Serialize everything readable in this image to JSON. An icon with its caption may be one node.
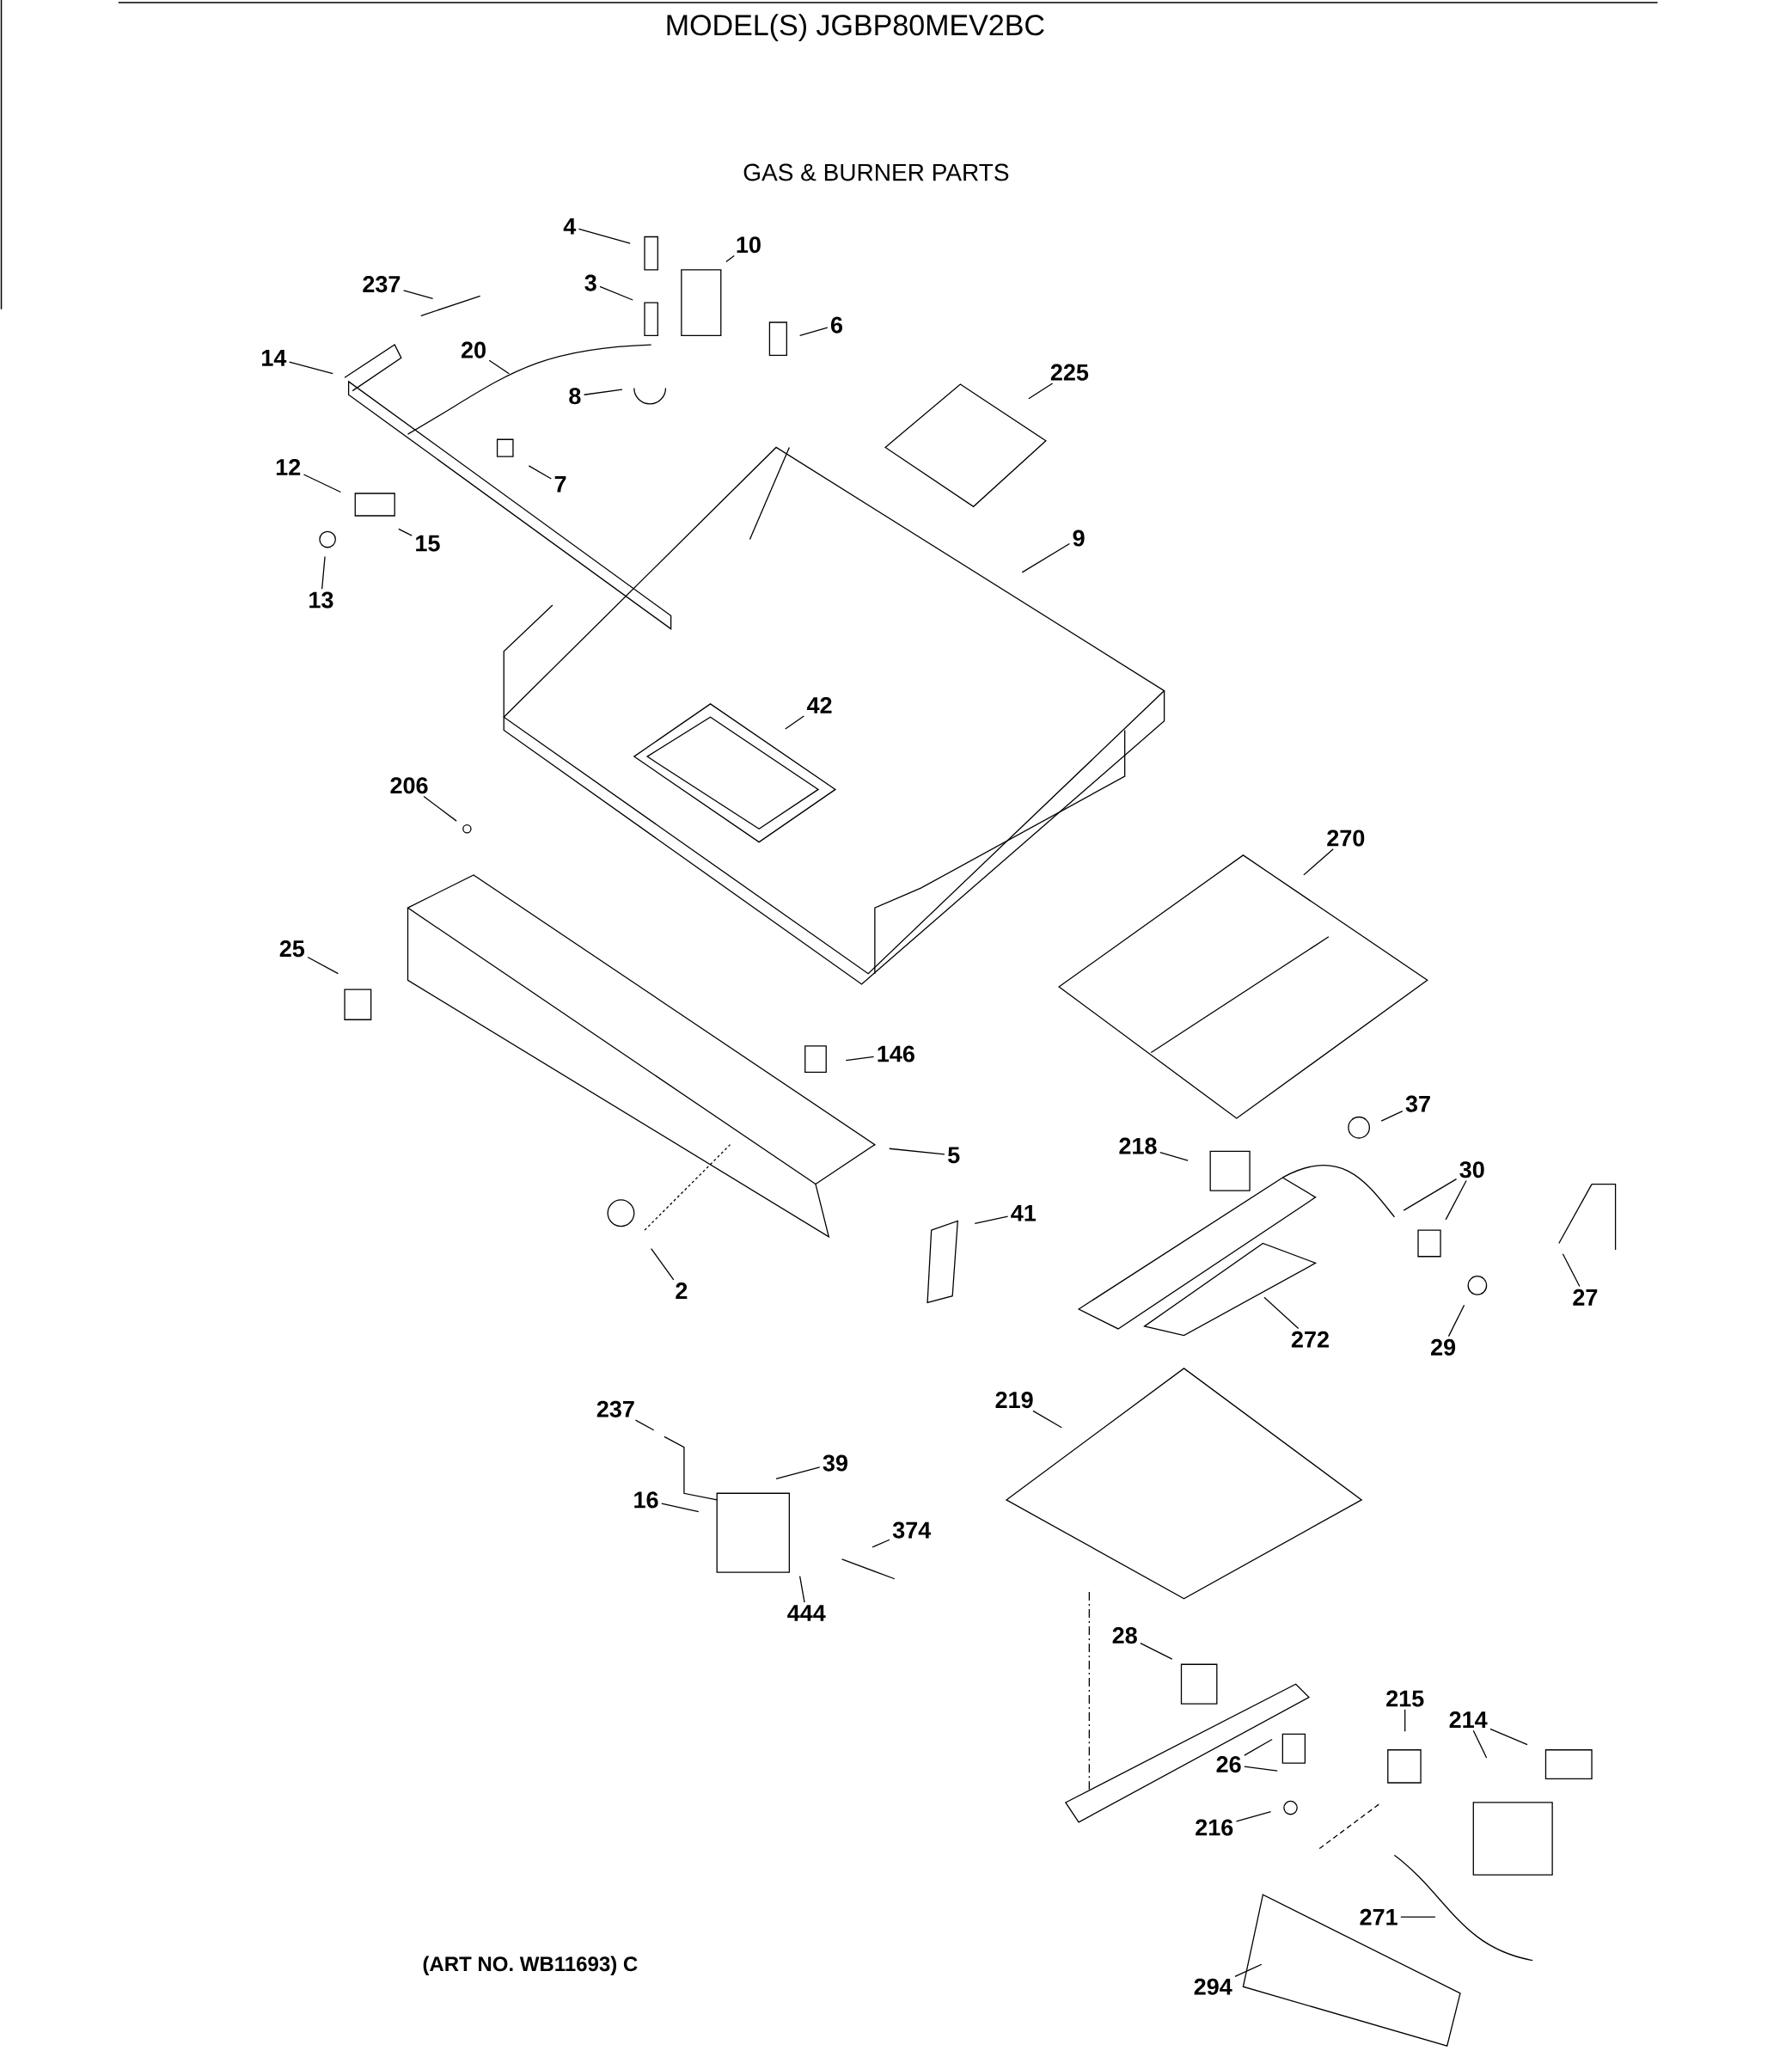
{
  "diagram": {
    "title": "MODEL(S) JGBP80MEV2BC",
    "nodes": [
      {
        "text": [
          "4"
        ]
      },
      {
        "text": [
          "10"
        ]
      },
      {
        "text": [
          "237"
        ]
      },
      {
        "text": [
          "3"
        ]
      },
      {
        "text": [
          "20"
        ]
      },
      {
        "text": [
          "6"
        ]
      },
      {
        "text": [
          "14"
        ]
      },
      {
        "text": [
          "8"
        ]
      },
      {
        "text": [
          "225"
        ]
      },
      {
        "text": [
          "12"
        ]
      },
      {
        "text": [
          "7"
        ]
      },
      {
        "text": [
          "9"
        ]
      },
      {
        "text": [
          "15"
        ]
      },
      {
        "text": [
          "13"
        ]
      },
      {
        "text": [
          "42"
        ]
      },
      {
        "text": [
          "206"
        ]
      },
      {
        "text": [
          "270"
        ]
      },
      {
        "text": [
          "25"
        ]
      },
      {
        "text": [
          "146"
        ]
      },
      {
        "text": [
          "37"
        ]
      },
      {
        "text": [
          "5"
        ]
      },
      {
        "text": [
          "218"
        ]
      },
      {
        "text": [
          "30"
        ]
      },
      {
        "text": [
          "41"
        ]
      },
      {
        "text": [
          "2"
        ]
      },
      {
        "text": [
          "27"
        ]
      },
      {
        "text": [
          "272"
        ]
      },
      {
        "text": [
          "29"
        ]
      },
      {
        "text": [
          "219"
        ]
      },
      {
        "text": [
          "237"
        ]
      },
      {
        "text": [
          "39"
        ]
      },
      {
        "text": [
          "16"
        ]
      },
      {
        "text": [
          "374"
        ]
      },
      {
        "text": [
          "444"
        ]
      },
      {
        "text": [
          "28"
        ]
      },
      {
        "text": [
          "215"
        ]
      },
      {
        "text": [
          "214"
        ]
      },
      {
        "text": [
          "26"
        ]
      },
      {
        "text": [
          "216"
        ]
      },
      {
        "text": [
          "271"
        ]
      },
      {
        "text": [
          "294"
        ]
      }
    ],
    "edges": [
      {
        "from": 0,
        "to": null,
        "arrow": "none"
      },
      {
        "from": 1,
        "to": null,
        "arrow": "none"
      },
      {
        "from": 2,
        "to": null,
        "arrow": "none"
      },
      {
        "from": 3,
        "to": null,
        "arrow": "none"
      },
      {
        "from": 4,
        "to": null,
        "arrow": "none"
      },
      {
        "from": 5,
        "to": null,
        "arrow": "none"
      },
      {
        "from": 6,
        "to": null,
        "arrow": "none"
      },
      {
        "from": 7,
        "to": null,
        "arrow": "none"
      },
      {
        "from": 8,
        "to": null,
        "arrow": "none"
      },
      {
        "from": 9,
        "to": null,
        "arrow": "none"
      },
      {
        "from": 10,
        "to": null,
        "arrow": "none"
      },
      {
        "from": 11,
        "to": null,
        "arrow": "none"
      },
      {
        "from": 12,
        "to": null,
        "arrow": "none"
      },
      {
        "from": 13,
        "to": null,
        "arrow": "none"
      },
      {
        "from": 14,
        "to": null,
        "arrow": "none"
      },
      {
        "from": 15,
        "to": null,
        "arrow": "none"
      },
      {
        "from": 16,
        "to": null,
        "arrow": "none"
      },
      {
        "from": 17,
        "to": null,
        "arrow": "none"
      },
      {
        "from": 18,
        "to": null,
        "arrow": "none"
      },
      {
        "from": 19,
        "to": null,
        "arrow": "none"
      },
      {
        "from": 20,
        "to": null,
        "arrow": "none"
      },
      {
        "from": 21,
        "to": null,
        "arrow": "none"
      },
      {
        "from": 22,
        "to": null,
        "arrow": "none"
      },
      {
        "from": 22,
        "to": null,
        "arrow": "none"
      },
      {
        "from": 23,
        "to": null,
        "arrow": "none"
      },
      {
        "from": 24,
        "to": null,
        "arrow": "none"
      },
      {
        "from": 25,
        "to": null,
        "arrow": "none"
      },
      {
        "from": 26,
        "to": null,
        "arrow": "none"
      },
      {
        "from": 27,
        "to": null,
        "arrow": "none"
      },
      {
        "from": 28,
        "to": null,
        "arrow": "none"
      },
      {
        "from": 29,
        "to": null,
        "arrow": "none"
      },
      {
        "from": 30,
        "to": null,
        "arrow": "none"
      },
      {
        "from": 31,
        "to": null,
        "arrow": "none"
      },
      {
        "from": 32,
        "to": null,
        "arrow": "none"
      },
      {
        "from": 33,
        "to": null,
        "arrow": "none"
      },
      {
        "from": 34,
        "to": null,
        "arrow": "none"
      },
      {
        "from": 35,
        "to": null,
        "arrow": "none"
      },
      {
        "from": 36,
        "to": null,
        "arrow": "none"
      },
      {
        "from": 36,
        "to": null,
        "arrow": "none"
      },
      {
        "from": 37,
        "to": null,
        "arrow": "none"
      },
      {
        "from": 37,
        "to": null,
        "arrow": "none"
      },
      {
        "from": 38,
        "to": null,
        "arrow": "none"
      },
      {
        "from": 39,
        "to": null,
        "arrow": "none"
      },
      {
        "from": 40,
        "to": null,
        "arrow": "none"
      }
    ],
    "labels": [
      "GAS & BURNER PARTS",
      "(ART NO. WB11693) C"
    ]
  }
}
